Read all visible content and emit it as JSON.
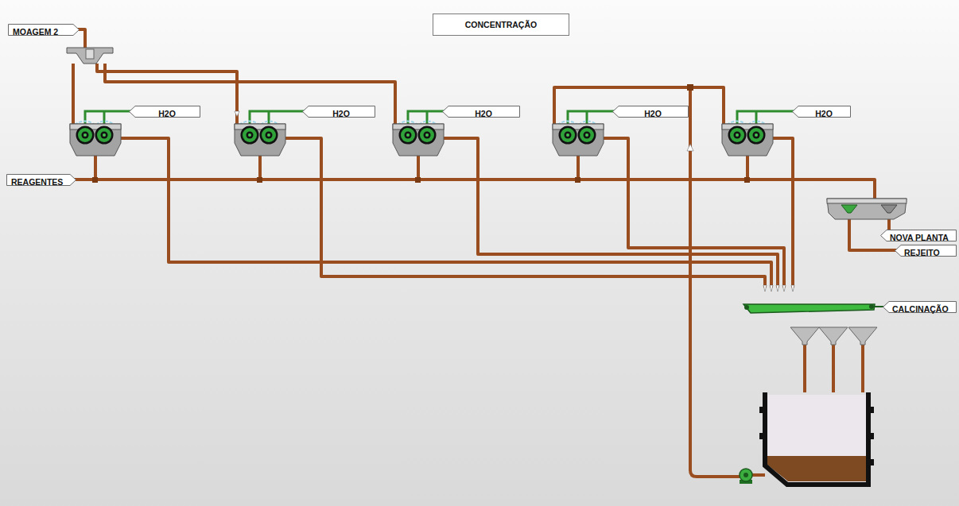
{
  "diagram": {
    "title": "CONCENTRAÇÃO",
    "nodes": [
      {
        "text": [
          "MOAGEM 2"
        ]
      },
      {
        "text": [
          "H2O"
        ]
      },
      {
        "text": [
          "H2O"
        ]
      },
      {
        "text": [
          "H2O"
        ]
      },
      {
        "text": [
          "H2O"
        ]
      },
      {
        "text": [
          "H2O"
        ]
      },
      {
        "text": [
          "REAGENTES"
        ]
      },
      {
        "text": [
          "NOVA PLANTA"
        ]
      },
      {
        "text": [
          "REJEITO"
        ]
      },
      {
        "text": [
          "CALCINAÇÃO"
        ]
      }
    ]
  }
}
